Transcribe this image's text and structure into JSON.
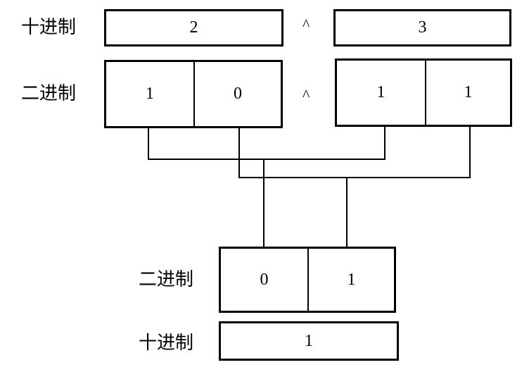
{
  "labels": {
    "decimal": "十进制",
    "binary": "二进制"
  },
  "operator": "^",
  "operand_a": {
    "decimal": "2",
    "bits": [
      "1",
      "0"
    ]
  },
  "operand_b": {
    "decimal": "3",
    "bits": [
      "1",
      "1"
    ]
  },
  "result": {
    "bits": [
      "0",
      "1"
    ],
    "decimal": "1"
  }
}
